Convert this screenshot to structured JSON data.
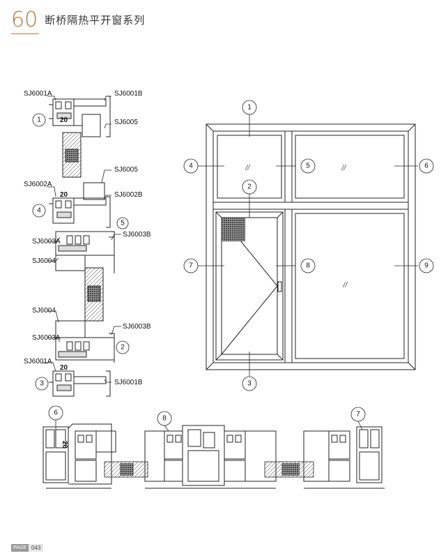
{
  "header": {
    "series_number": "60",
    "title": "断桥隔热平开窗系列"
  },
  "footer": {
    "page_tag": "PAGE",
    "page_number": "043"
  },
  "profile_labels": {
    "p1a": "SJ6001A",
    "p1b": "SJ6001B",
    "p5a": "SJ6005",
    "p5b": "SJ6005",
    "p2a": "SJ6002A",
    "p2b": "SJ6002B",
    "p3a": "SJ6003A",
    "p3b": "SJ6003B",
    "p4a": "SJ6004",
    "p4b": "SJ6004",
    "p3c": "SJ6003A",
    "p3d": "SJ6003B",
    "p1c": "SJ6001A",
    "p1d": "SJ6001B"
  },
  "dimensions": {
    "d1": "20",
    "d2": "20",
    "d3": "20",
    "d4": "20"
  },
  "section_callouts": {
    "left": [
      "1",
      "4",
      "5",
      "2",
      "3"
    ],
    "window": [
      "1",
      "2",
      "3",
      "4",
      "5",
      "6",
      "7",
      "8",
      "9"
    ],
    "bottom": [
      "6",
      "8",
      "7"
    ]
  },
  "colors": {
    "accent": "#b07a3a",
    "line": "#222222",
    "hatch": "#555555"
  }
}
